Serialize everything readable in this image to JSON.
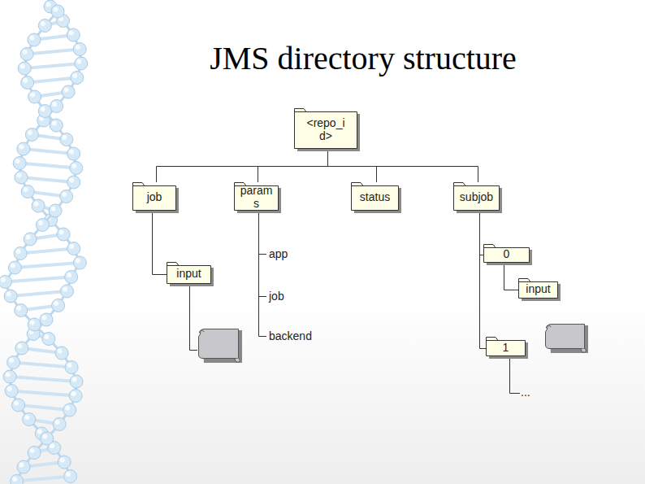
{
  "diagram": {
    "title": "JMS directory structure",
    "nodes": [
      {
        "text": [
          "<repo_i d>"
        ]
      },
      {
        "text": [
          "job"
        ]
      },
      {
        "text": [
          "param s"
        ]
      },
      {
        "text": [
          "status"
        ]
      },
      {
        "text": [
          "subjob"
        ]
      },
      {
        "text": [
          "input"
        ]
      },
      {
        "text": [
          "0"
        ]
      },
      {
        "text": [
          "input"
        ]
      },
      {
        "text": [
          "1"
        ]
      }
    ],
    "edges": [
      {
        "from": 0,
        "to": 1,
        "arrow": "none"
      },
      {
        "from": 0,
        "to": 2,
        "arrow": "none"
      },
      {
        "from": 0,
        "to": 3,
        "arrow": "none"
      },
      {
        "from": 0,
        "to": 4,
        "arrow": "none"
      },
      {
        "from": 1,
        "to": 5,
        "arrow": "none"
      },
      {
        "from": 4,
        "to": 6,
        "arrow": "none"
      },
      {
        "from": 6,
        "to": 7,
        "arrow": "none"
      },
      {
        "from": 4,
        "to": 8,
        "arrow": "none"
      }
    ],
    "labels": [
      "app",
      "job",
      "backend",
      "..."
    ]
  }
}
